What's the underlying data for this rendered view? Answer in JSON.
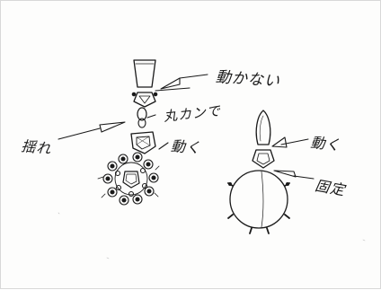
{
  "sketch": {
    "labels": {
      "fixed_bail_note": "動かない",
      "swing_note": "揺れ",
      "ring_note": "丸カンで",
      "moves_note_left": "動く",
      "moves_note_right": "動く",
      "fixed_note": "固定"
    },
    "ink_color": "#1a1a1a",
    "paper_color": "#fdfdfc"
  }
}
